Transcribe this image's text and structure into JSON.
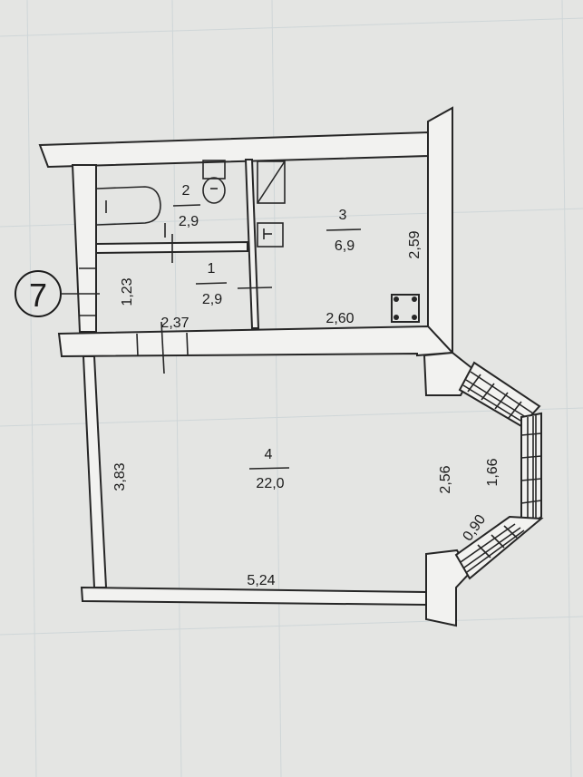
{
  "plan": {
    "apartment_number": "7",
    "rooms": [
      {
        "number": "1",
        "area": "2,9"
      },
      {
        "number": "2",
        "area": "2,9"
      },
      {
        "number": "3",
        "area": "6,9"
      },
      {
        "number": "4",
        "area": "22,0"
      }
    ],
    "dimensions": {
      "d_1_23": "1,23",
      "d_2_37": "2,37",
      "d_2_60": "2,60",
      "d_2_59": "2,59",
      "d_3_83": "3,83",
      "d_5_24": "5,24",
      "d_2_56": "2,56",
      "d_1_66": "1,66",
      "d_0_90": "0,90"
    }
  }
}
